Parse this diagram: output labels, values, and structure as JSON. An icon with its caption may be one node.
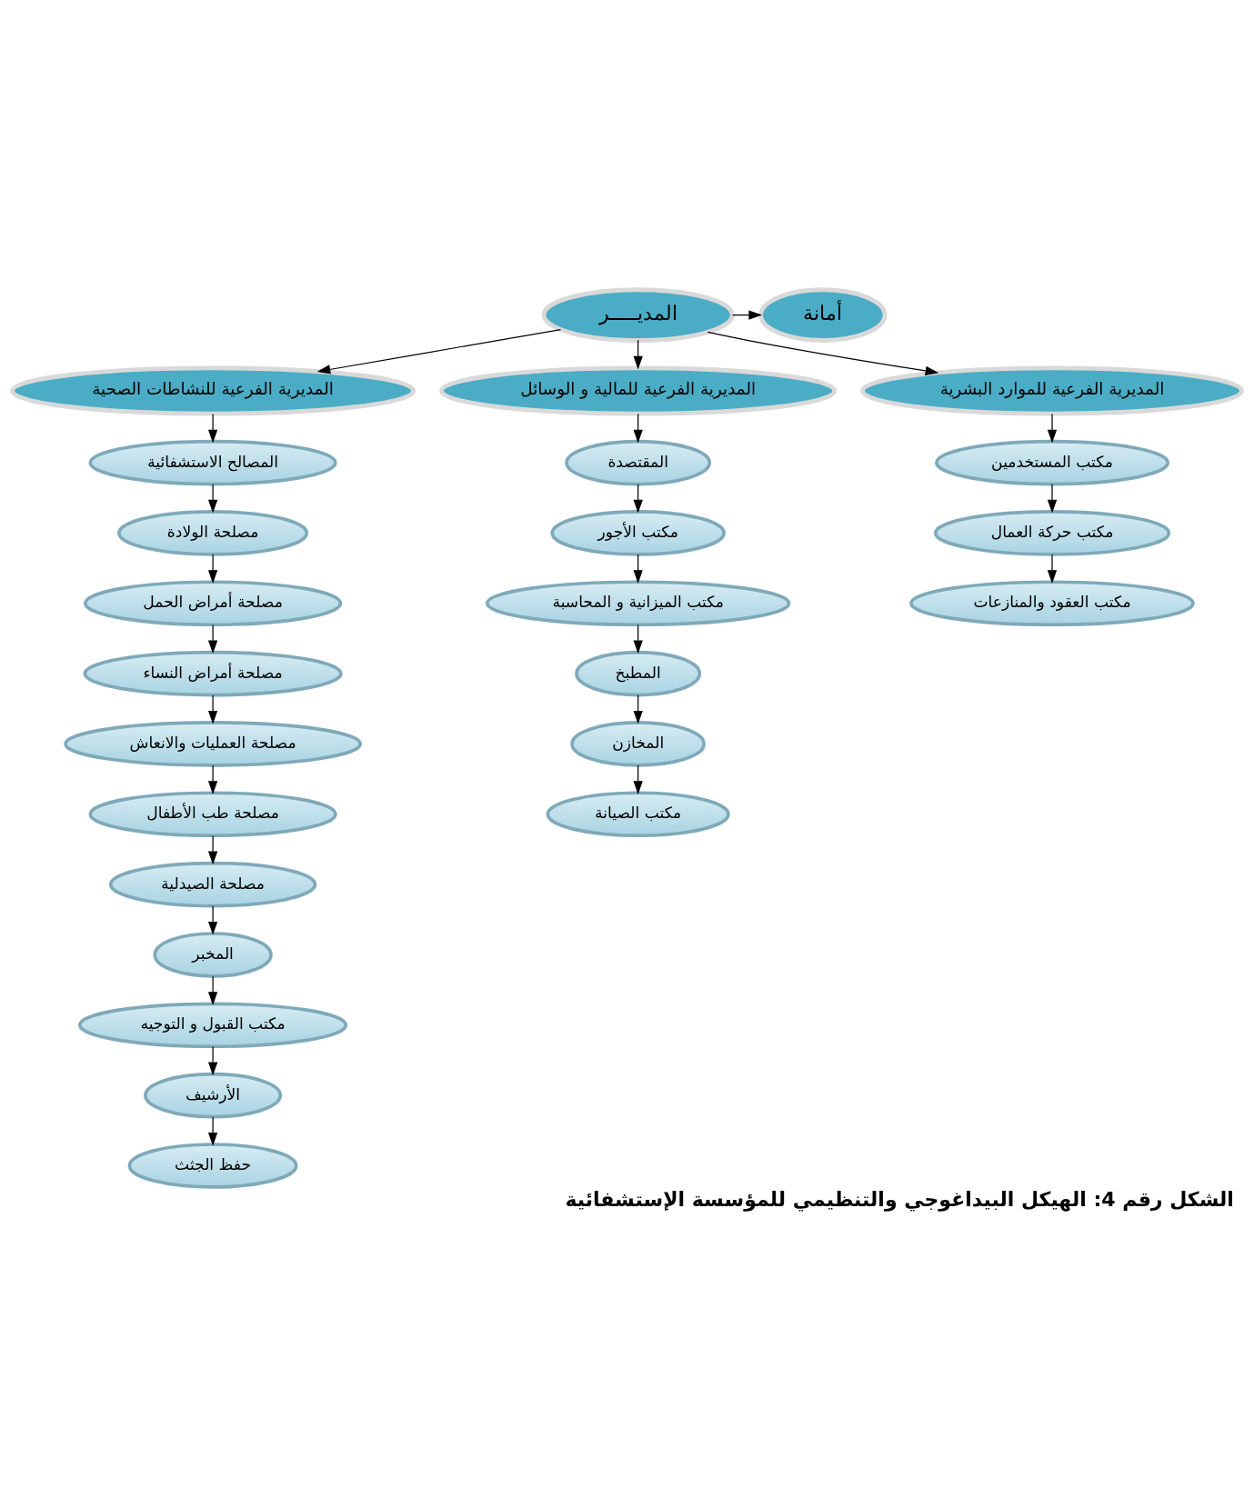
{
  "diagram": {
    "caption": "الشكل رقم 4: الهيكل البيداغوجي والتنظيمي للمؤسسة الإستشفائية",
    "nodes": [
      {
        "text": [
          "المديـــــر"
        ]
      },
      {
        "text": [
          "أمانة"
        ]
      },
      {
        "text": [
          "المديرية الفرعية للنشاطات الصحية"
        ]
      },
      {
        "text": [
          "المديرية الفرعية للمالية و الوسائل"
        ]
      },
      {
        "text": [
          "المديرية الفرعية للموارد البشرية"
        ]
      },
      {
        "text": [
          "المصالح الاستشفائية"
        ]
      },
      {
        "text": [
          "مصلحة الولادة"
        ]
      },
      {
        "text": [
          "مصلحة أمراض الحمل"
        ]
      },
      {
        "text": [
          "مصلحة أمراض النساء"
        ]
      },
      {
        "text": [
          "مصلحة العمليات والانعاش"
        ]
      },
      {
        "text": [
          "مصلحة طب الأطفال"
        ]
      },
      {
        "text": [
          "مصلحة الصيدلية"
        ]
      },
      {
        "text": [
          "المخبر"
        ]
      },
      {
        "text": [
          "مكتب القبول و التوجيه"
        ]
      },
      {
        "text": [
          "الأرشيف"
        ]
      },
      {
        "text": [
          "حفظ الجثث"
        ]
      },
      {
        "text": [
          "المقتصدة"
        ]
      },
      {
        "text": [
          "مكتب الأجور"
        ]
      },
      {
        "text": [
          "مكتب الميزانية و المحاسبة"
        ]
      },
      {
        "text": [
          "المطبخ"
        ]
      },
      {
        "text": [
          "المخازن"
        ]
      },
      {
        "text": [
          "مكتب الصيانة"
        ]
      },
      {
        "text": [
          "مكتب المستخدمين"
        ]
      },
      {
        "text": [
          "مكتب حركة العمال"
        ]
      },
      {
        "text": [
          "مكتب العقود والمنازعات"
        ]
      }
    ],
    "edges": [
      {
        "from": 0,
        "to": 1,
        "arrow": "to"
      },
      {
        "from": 0,
        "to": 2,
        "arrow": "to"
      },
      {
        "from": 0,
        "to": 3,
        "arrow": "to"
      },
      {
        "from": 0,
        "to": 4,
        "arrow": "to"
      },
      {
        "from": 2,
        "to": 5,
        "arrow": "to"
      },
      {
        "from": 5,
        "to": 6,
        "arrow": "to"
      },
      {
        "from": 6,
        "to": 7,
        "arrow": "to"
      },
      {
        "from": 7,
        "to": 8,
        "arrow": "to"
      },
      {
        "from": 8,
        "to": 9,
        "arrow": "to"
      },
      {
        "from": 9,
        "to": 10,
        "arrow": "to"
      },
      {
        "from": 10,
        "to": 11,
        "arrow": "to"
      },
      {
        "from": 11,
        "to": 12,
        "arrow": "to"
      },
      {
        "from": 12,
        "to": 13,
        "arrow": "to"
      },
      {
        "from": 13,
        "to": 14,
        "arrow": "to"
      },
      {
        "from": 14,
        "to": 15,
        "arrow": "to"
      },
      {
        "from": 3,
        "to": 16,
        "arrow": "to"
      },
      {
        "from": 16,
        "to": 17,
        "arrow": "to"
      },
      {
        "from": 17,
        "to": 18,
        "arrow": "to"
      },
      {
        "from": 18,
        "to": 19,
        "arrow": "to"
      },
      {
        "from": 19,
        "to": 20,
        "arrow": "to"
      },
      {
        "from": 20,
        "to": 21,
        "arrow": "to"
      },
      {
        "from": 4,
        "to": 22,
        "arrow": "to"
      },
      {
        "from": 22,
        "to": 23,
        "arrow": "to"
      },
      {
        "from": 23,
        "to": 24,
        "arrow": "to"
      }
    ]
  }
}
